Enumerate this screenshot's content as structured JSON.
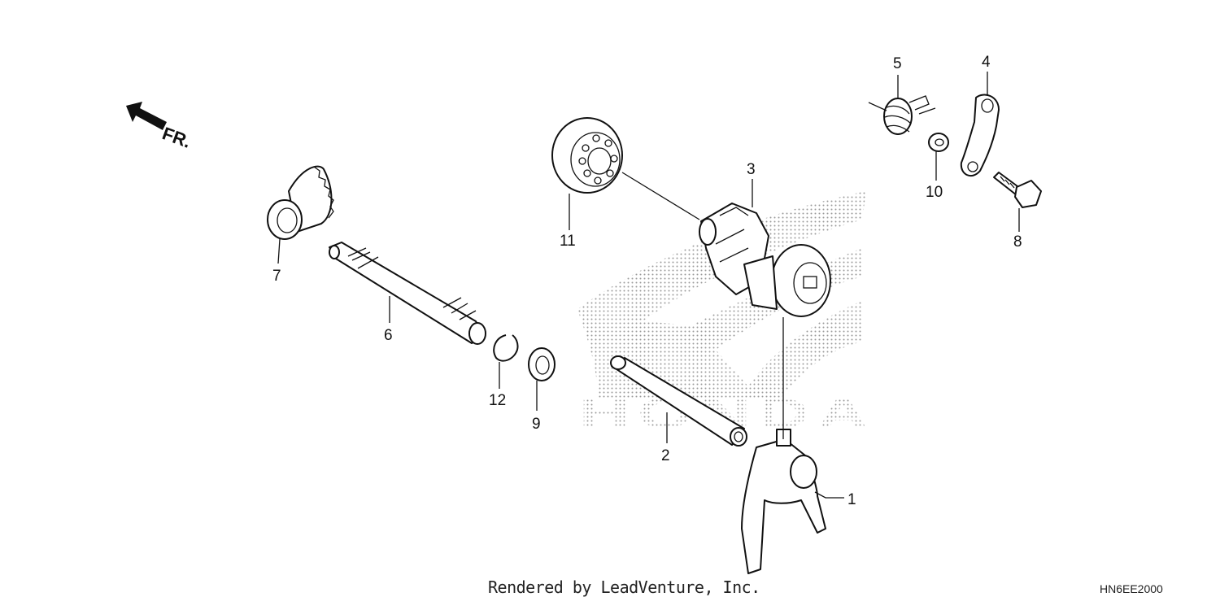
{
  "diagram": {
    "direction_label": "FR.",
    "watermark_text": "HONDA",
    "callouts": {
      "p1": "1",
      "p2": "2",
      "p3": "3",
      "p4": "4",
      "p5": "5",
      "p6": "6",
      "p7": "7",
      "p8": "8",
      "p9": "9",
      "p10": "10",
      "p11": "11",
      "p12": "12"
    }
  },
  "footer": {
    "credit": "Rendered by LeadVenture, Inc.",
    "diagram_code": "HN6EE2000"
  }
}
